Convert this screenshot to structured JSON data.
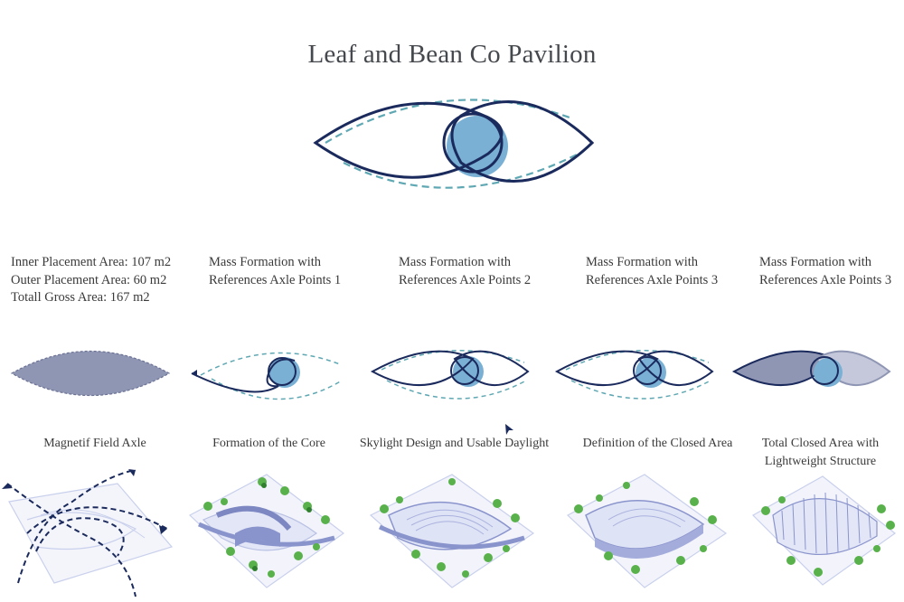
{
  "title": "Leaf and Bean Co Pavilion",
  "colors": {
    "navy": "#1b2a5c",
    "dash": "#5fa8b3",
    "core": "#79b0d4",
    "fill": "#8f96b3",
    "site": "#c9d0ec",
    "tree": "#58b14a"
  },
  "stats": [
    "Inner Placement Area: 107 m2",
    "Outer Placement Area: 60 m2",
    "Totall Gross Area: 167 m2"
  ],
  "steps": [
    {
      "heading": [
        "",
        ""
      ],
      "caption": [
        "Magnetif Field Axle",
        ""
      ],
      "icon": "filled-leaf-icon",
      "scene": "field-axle-scene"
    },
    {
      "heading": [
        "Mass Formation with",
        "References Axle Points 1"
      ],
      "caption": [
        "Formation of the Core",
        ""
      ],
      "icon": "open-curve-eye-icon",
      "scene": "core-formation-scene"
    },
    {
      "heading": [
        "Mass Formation with",
        "References Axle Points 2"
      ],
      "caption": [
        "Skylight Design and Usable Daylight",
        ""
      ],
      "icon": "eye-outline-icon",
      "scene": "skylight-scene"
    },
    {
      "heading": [
        "Mass Formation with",
        "References Axle Points 3"
      ],
      "caption": [
        "Definition of the Closed Area",
        ""
      ],
      "icon": "eye-outline-icon",
      "scene": "closed-area-scene"
    },
    {
      "heading": [
        "Mass Formation with",
        "References Axle Points 3"
      ],
      "caption": [
        "Total Closed Area with",
        "Lightweight Structure"
      ],
      "icon": "filled-eye-icon",
      "scene": "lightweight-structure-scene"
    }
  ]
}
